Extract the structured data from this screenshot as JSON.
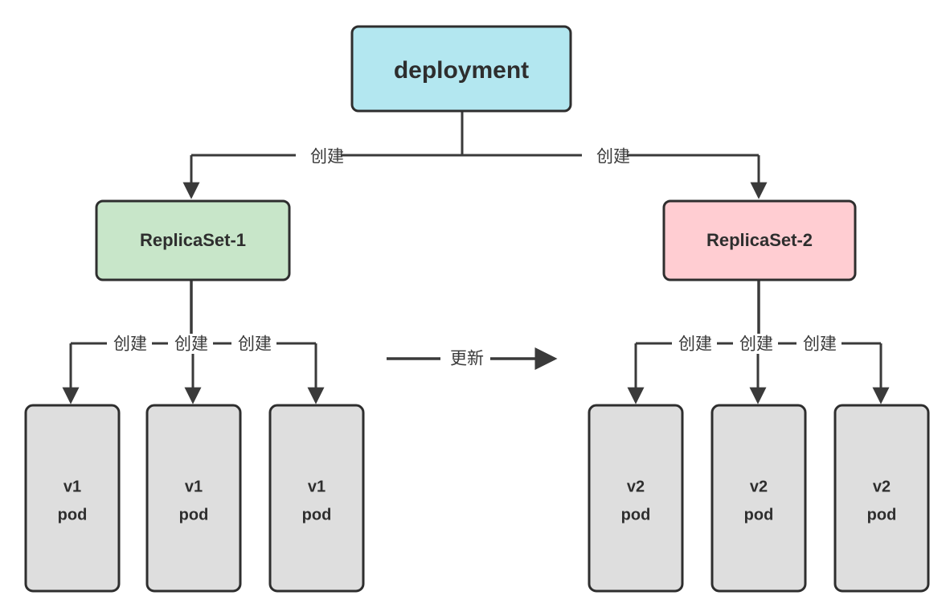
{
  "diagram": {
    "title_node": {
      "label": "deployment",
      "fill": "#b3e7f0",
      "stroke": "#2e2e2e"
    },
    "replicasets": [
      {
        "label": "ReplicaSet-1",
        "fill": "#c8e6c9",
        "stroke": "#2e2e2e"
      },
      {
        "label": "ReplicaSet-2",
        "fill": "#ffcdd2",
        "stroke": "#2e2e2e"
      }
    ],
    "pods_left": [
      {
        "version": "v1",
        "kind": "pod",
        "fill": "#dedede"
      },
      {
        "version": "v1",
        "kind": "pod",
        "fill": "#dedede"
      },
      {
        "version": "v1",
        "kind": "pod",
        "fill": "#dedede"
      }
    ],
    "pods_right": [
      {
        "version": "v2",
        "kind": "pod",
        "fill": "#dedede"
      },
      {
        "version": "v2",
        "kind": "pod",
        "fill": "#dedede"
      },
      {
        "version": "v2",
        "kind": "pod",
        "fill": "#dedede"
      }
    ],
    "edge_labels": {
      "deployment_to_rs1": "创建",
      "deployment_to_rs2": "创建",
      "rs1_to_pod1": "创建",
      "rs1_to_pod2": "创建",
      "rs1_to_pod3": "创建",
      "rs2_to_pod1": "创建",
      "rs2_to_pod2": "创建",
      "rs2_to_pod3": "创建",
      "update": "更新"
    },
    "colors": {
      "line": "#3a3a3a",
      "text": "#2e2e2e",
      "background": "#ffffff"
    }
  }
}
